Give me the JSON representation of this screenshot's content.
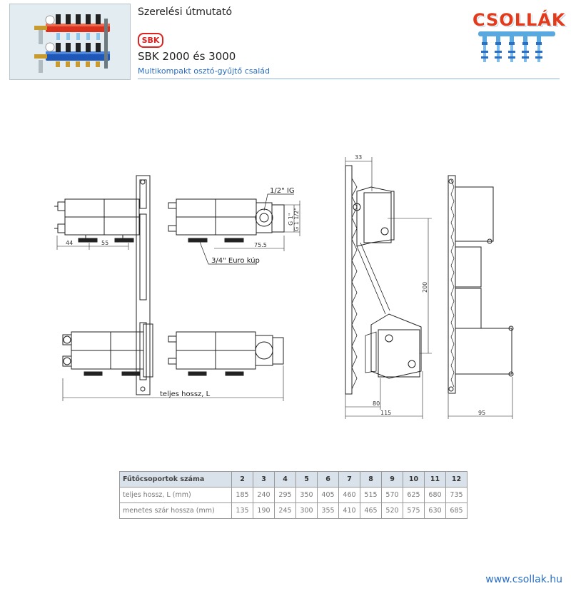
{
  "header": {
    "title": "Szerelési útmutató",
    "logo_text": "SBK",
    "model": "SBK 2000 és 3000",
    "subtitle": "Multikompakt osztó-gyűjtő család",
    "brand": "CSOLLÁK"
  },
  "drawing": {
    "dim_44": "44",
    "dim_55": "55",
    "dim_75_5": "75.5",
    "dim_g1": "G 1\"",
    "dim_g1_half": "G 1 1/2\"",
    "ig_label": "1/2\" IG",
    "euro_label": "3/4\" Euro kúp",
    "length_label": "teljes hossz, L",
    "dim_33": "33",
    "dim_200": "200",
    "dim_80": "80",
    "dim_115": "115",
    "dim_95": "95"
  },
  "table": {
    "header_label": "Fűtőcsoportok száma",
    "columns": [
      "2",
      "3",
      "4",
      "5",
      "6",
      "7",
      "8",
      "9",
      "10",
      "11",
      "12"
    ],
    "rows": [
      {
        "label": "teljes hossz, L (mm)",
        "values": [
          "185",
          "240",
          "295",
          "350",
          "405",
          "460",
          "515",
          "570",
          "625",
          "680",
          "735"
        ]
      },
      {
        "label": "menetes szár hossza (mm)",
        "values": [
          "135",
          "190",
          "245",
          "300",
          "355",
          "410",
          "465",
          "520",
          "575",
          "630",
          "685"
        ]
      }
    ]
  },
  "footer": {
    "url": "www.csollak.hu"
  },
  "colors": {
    "accent_blue": "#2a6fc4",
    "brand_red": "#e43a1c",
    "logo_red": "#dd2222"
  }
}
